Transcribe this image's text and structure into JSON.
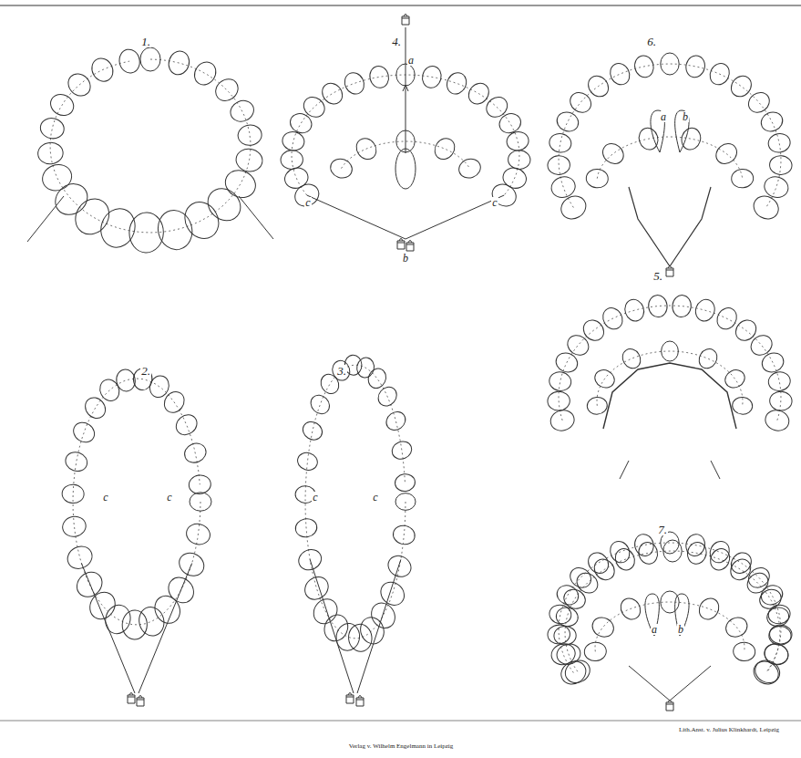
{
  "diagram": {
    "labels": [
      "1.",
      "4.",
      "a",
      "c",
      "b",
      "c",
      "6.",
      "a",
      "b",
      "5.",
      "2.",
      "c",
      "c",
      "3.",
      "c",
      "c",
      "7.",
      "a",
      "b",
      "Verlag v. Wilhelm Engelmann in Leipzig",
      "Lith.Anst. v. Julius Klinkhardt, Leipzig"
    ]
  }
}
